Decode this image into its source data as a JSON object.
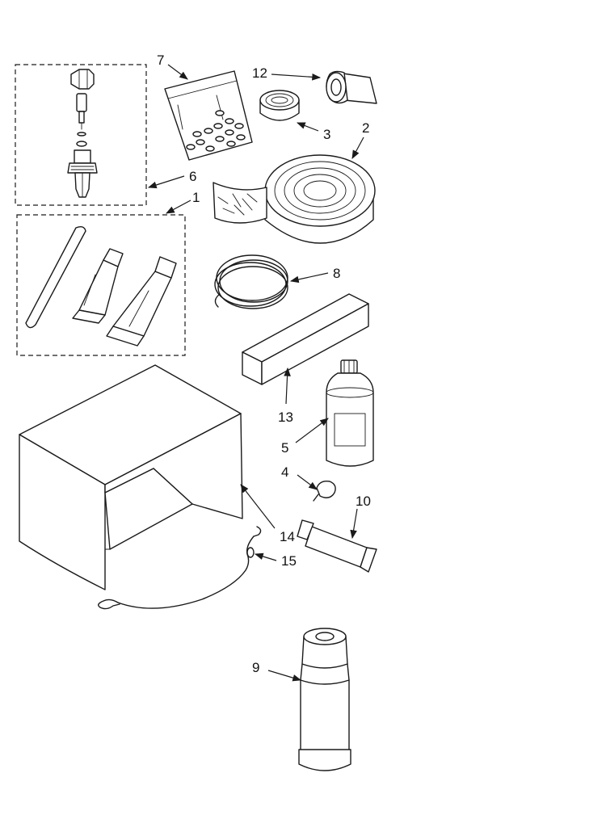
{
  "diagram": {
    "parts": [
      {
        "id": "1",
        "label": "1"
      },
      {
        "id": "2",
        "label": "2"
      },
      {
        "id": "3",
        "label": "3"
      },
      {
        "id": "4",
        "label": "4"
      },
      {
        "id": "5",
        "label": "5"
      },
      {
        "id": "6",
        "label": "6"
      },
      {
        "id": "7",
        "label": "7"
      },
      {
        "id": "8",
        "label": "8"
      },
      {
        "id": "9",
        "label": "9"
      },
      {
        "id": "10",
        "label": "10"
      },
      {
        "id": "12",
        "label": "12"
      },
      {
        "id": "13",
        "label": "13"
      },
      {
        "id": "14",
        "label": "14"
      },
      {
        "id": "15",
        "label": "15"
      }
    ]
  }
}
